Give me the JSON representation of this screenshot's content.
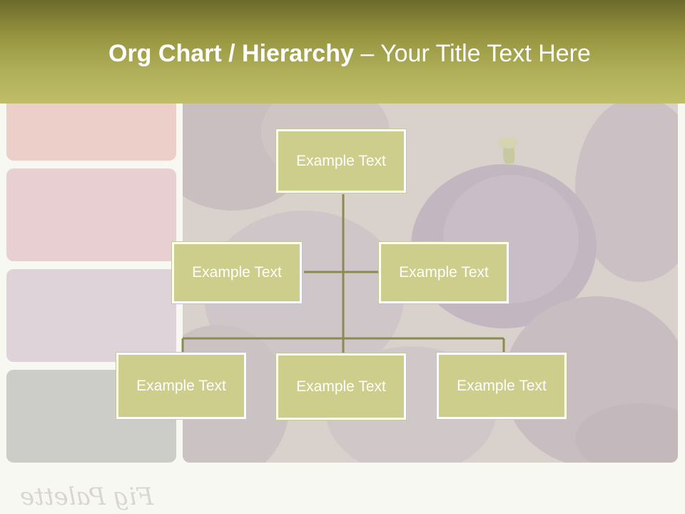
{
  "slide": {
    "title_bold": "Org Chart / Hierarchy",
    "title_separator": " – ",
    "title_rest": "Your Title Text Here",
    "watermark": "Fig Palette"
  },
  "palette": [
    "#ebcfc8",
    "#e8d0d2",
    "#ddd3d8",
    "#ccccc8"
  ],
  "colors": {
    "header": "#b1b05a",
    "node_fill": "#cdcd8c",
    "connector": "#8c8a4e"
  },
  "org_chart": {
    "root": "Example Text",
    "assistants": [
      "Example Text",
      "Example Text"
    ],
    "children": [
      "Example Text",
      "Example Text",
      "Example Text"
    ]
  }
}
